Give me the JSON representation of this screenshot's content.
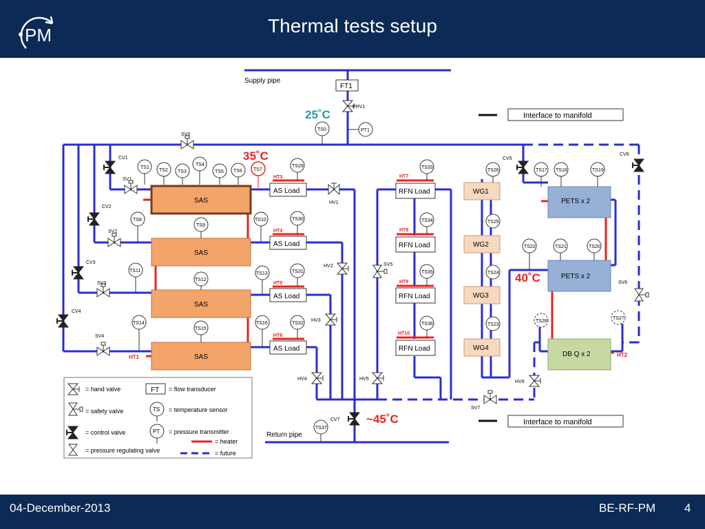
{
  "header": {
    "title": "Thermal tests setup",
    "logo_text": "PM"
  },
  "footer": {
    "date": "04-December-2013",
    "org": "BE-RF-PM",
    "page": "4"
  },
  "colors": {
    "header_bg": "#0b2a55",
    "pipe": "#2b2bd6",
    "heater": "#e8231e",
    "sas": "#f3a46a",
    "wg": "#f8d8be",
    "pets": "#96b0d6",
    "dbq": "#c6d9a3"
  },
  "diagram": {
    "supply_pipe": "Supply pipe",
    "return_pipe": "Return pipe",
    "interface_top": "Interface to manifold",
    "interface_bottom": "Interface to manifold",
    "temp_supply": "25˚C",
    "temp_sas": "35˚C",
    "temp_pets": "40˚C",
    "temp_return": "~45˚C",
    "ft1": "FT1",
    "prv1": "PRV1",
    "ts0": "TS0",
    "pt1": "PT1",
    "sv0": "SV0",
    "cv1": "CV1",
    "cv2": "CV2",
    "cv3": "CV3",
    "cv4": "CV4",
    "cv5": "CV5",
    "cv6": "CV6",
    "cv7": "CV7",
    "sv1": "SV1",
    "sv2": "SV2",
    "sv3": "SV3",
    "sv4": "SV4",
    "sv5": "SV5",
    "sv6": "SV6",
    "sv7": "SV7",
    "hv1": "HV1",
    "hv2": "HV2",
    "hv3": "HV3",
    "hv4": "HV4",
    "hv5": "HV5",
    "hv6": "HV6",
    "sas": "SAS",
    "as_load": "AS Load",
    "rfn_load": "RFN Load",
    "wg1": "WG1",
    "wg2": "WG2",
    "wg3": "WG3",
    "wg4": "WG4",
    "pets": "PETS x 2",
    "dbq": "DB Q x 2",
    "ht1": "HT1",
    "ht2": "HT2",
    "ht3": "HT3",
    "ht4": "HT4",
    "ht5": "HT5",
    "ht6": "HT6",
    "ht7": "HT7",
    "ht8": "HT8",
    "ht9": "HT9",
    "ht10": "HT10",
    "ts": {
      "ts1": "TS1",
      "ts2": "TS2",
      "ts3": "TS3",
      "ts4": "TS4",
      "ts5": "TS5",
      "ts6": "TS6",
      "ts7": "TS7",
      "ts8": "TS8",
      "ts9": "TS9",
      "ts10": "TS10",
      "ts11": "TS11",
      "ts12": "TS12",
      "ts13": "TS13",
      "ts14": "TS14",
      "ts15": "TS15",
      "ts16": "TS16",
      "ts17": "TS17",
      "ts18": "TS18",
      "ts19": "TS19",
      "ts20": "TS20",
      "ts21": "TS21",
      "ts22": "TS22",
      "ts23": "TS23",
      "ts24": "TS24",
      "ts25": "TS25",
      "ts26": "TS26",
      "ts27": "TS27",
      "ts28": "TS28",
      "ts29": "TS29",
      "ts30": "TS30",
      "ts31": "TS31",
      "ts32": "TS32",
      "ts33": "TS33",
      "ts34": "TS34",
      "ts35": "TS35",
      "ts36": "TS36",
      "ts37": "TS37"
    }
  },
  "legend": {
    "hand_valve": "= hand valve",
    "safety_valve": "= safety valve",
    "control_valve": "= control valve",
    "prv": "= pressure regulating valve",
    "ft_sym": "FT",
    "flow_transducer": "= flow transducer",
    "ts_sym": "TS",
    "temp_sensor": "= temperature sensor",
    "pt_sym": "PT",
    "pressure_transmitter": "= pressure transmitter",
    "heater": "= heater",
    "future": "= future"
  }
}
